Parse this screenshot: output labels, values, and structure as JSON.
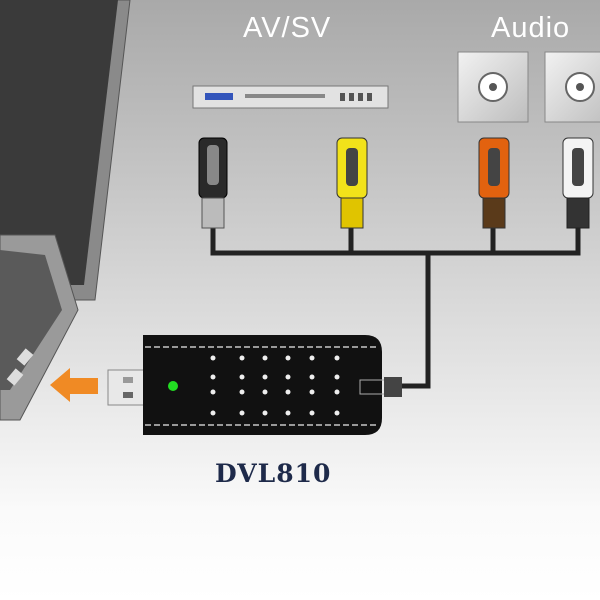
{
  "labels": {
    "av_sv": "AV/SV",
    "audio": "Audio",
    "model": "DVL810"
  },
  "colors": {
    "cable_black": "#2a2a2a",
    "cable_yellow": "#f2e21a",
    "cable_orange": "#e2620f",
    "cable_white": "#f4f4f4",
    "arrow": "#f08a24",
    "led": "#22dd22",
    "model_text": "#1e2a4a"
  }
}
